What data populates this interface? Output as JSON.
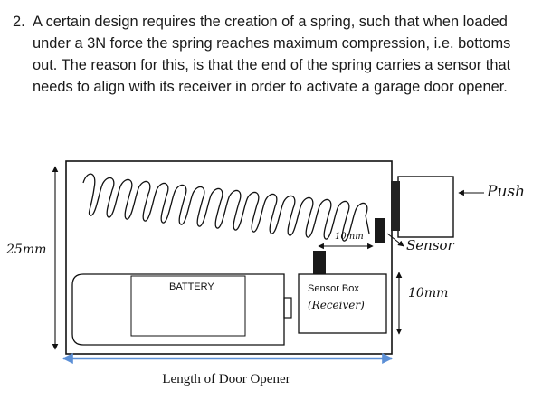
{
  "question": {
    "number": "2.",
    "text": "A certain design requires the creation of a spring, such that when loaded under a 3N force the spring reaches maximum compression, i.e. bottoms out. The reason for this, is that the end of the spring carries a sensor that needs to align with its receiver in order to activate a garage door opener."
  },
  "diagram": {
    "labels": {
      "push": "Push",
      "sensor": "Sensor",
      "height": "25mm",
      "gap": "10mm",
      "box_height": "10mm",
      "battery": "BATTERY",
      "sensor_box": "Sensor Box",
      "receiver": "(Receiver)",
      "length": "Length of Door Opener"
    },
    "colors": {
      "length_arrow": "#5b8fd6",
      "ink": "#111111"
    }
  }
}
